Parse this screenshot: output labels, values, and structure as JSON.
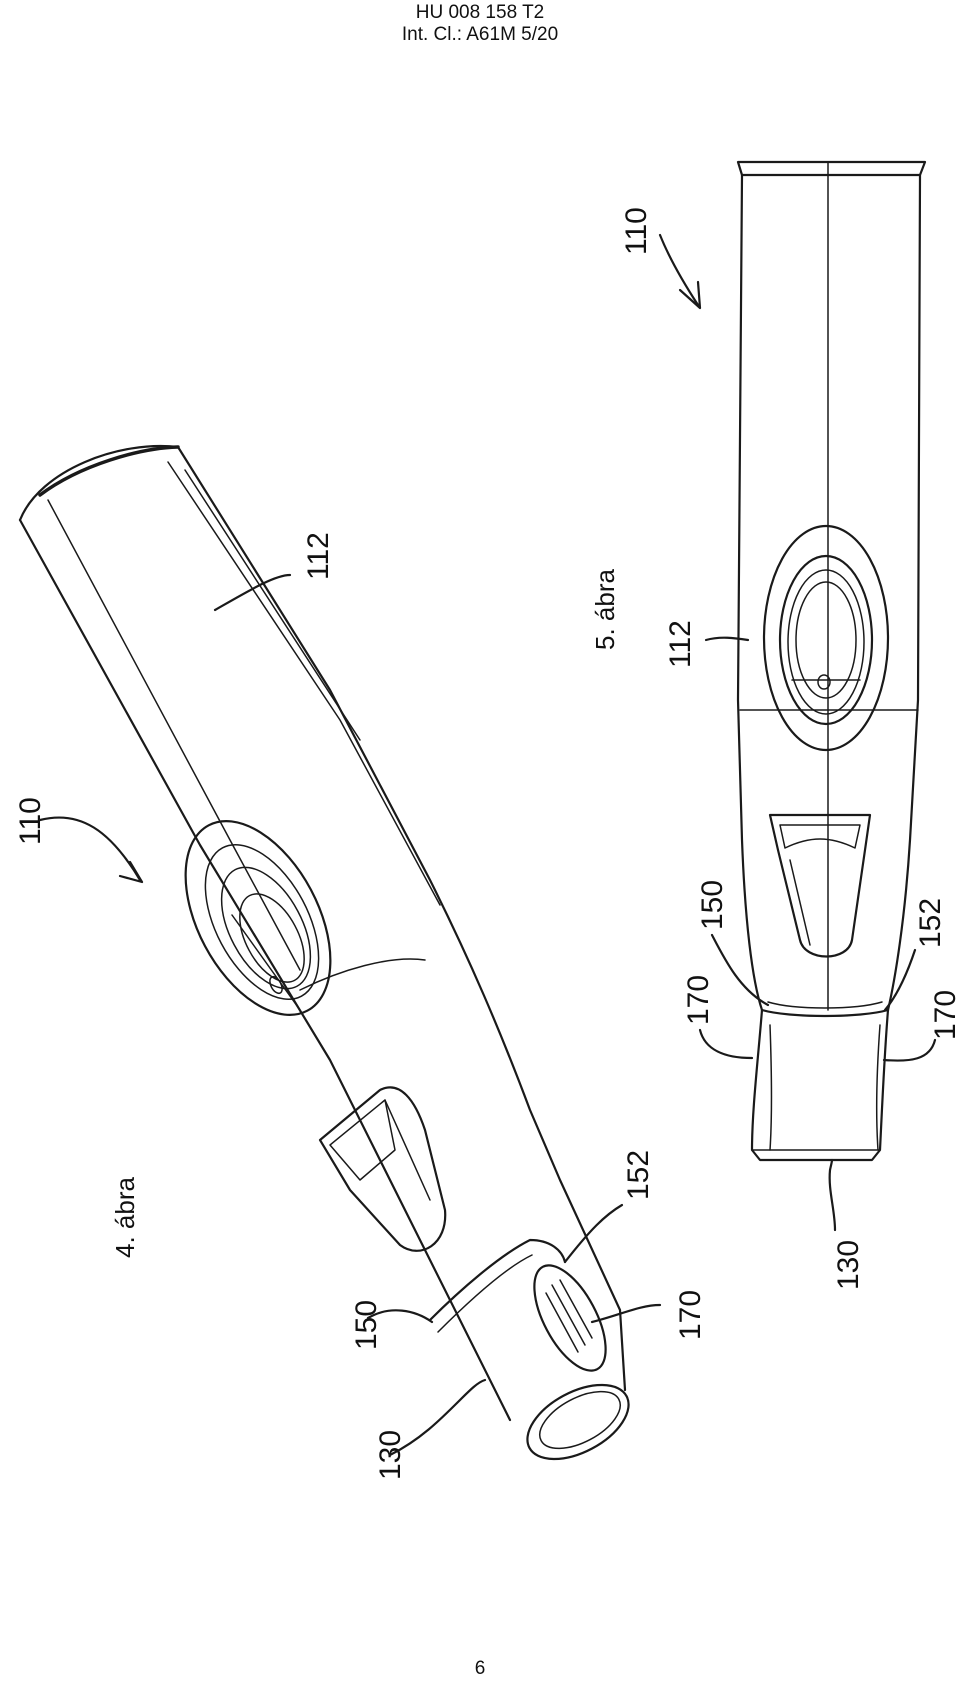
{
  "header": {
    "patent_number": "HU 008 158 T2",
    "classification": "Int. Cl.: A61M 5/20"
  },
  "figures": [
    {
      "caption": "4. ábra",
      "labels": {
        "device": "110",
        "housing": "112",
        "collar": "150",
        "notch": "152",
        "tip": "130",
        "grip": "170"
      }
    },
    {
      "caption": "5. ábra",
      "labels": {
        "device": "110",
        "housing": "112",
        "collar": "150",
        "notch": "152",
        "tip": "130",
        "grip_left": "170",
        "grip_right": "170"
      }
    }
  ],
  "page_number": "6"
}
